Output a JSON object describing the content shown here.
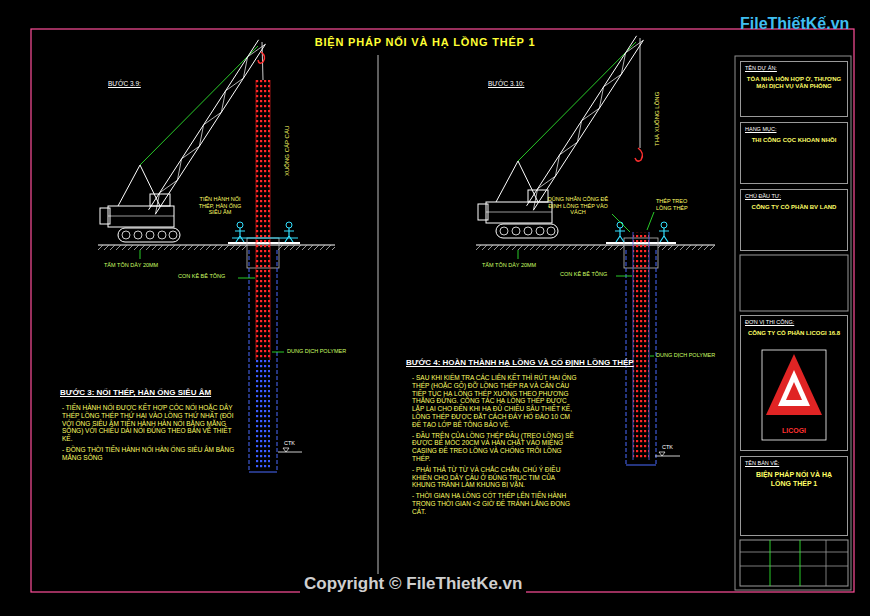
{
  "diagram": {
    "title": "BIỆN PHÁP NỐI VÀ HẠ LỒNG THÉP 1",
    "nodes": [
      {
        "text": [
          "TÊN DỰ ÁN:",
          "TÒA NHÀ HỖN HỢP Ở, THƯƠNG MẠI DỊCH VỤ VĂN PHÒNG"
        ]
      },
      {
        "text": [
          "HẠNG MỤC:",
          "THI CÔNG CỌC KHOAN NHỒI"
        ]
      },
      {
        "text": [
          "CHỦ ĐẦU TƯ:",
          "CÔNG TY CỔ PHẦN BV LAND"
        ]
      },
      {
        "text": [
          "ĐƠN VỊ THI CÔNG:",
          "CÔNG TY CỔ PHẦN LICOGI 16.8",
          "LICOGI"
        ]
      },
      {
        "text": [
          "TÊN BẢN VẼ:",
          "BIỆN PHÁP NỐI VÀ HẠ LỒNG THÉP 1"
        ]
      }
    ],
    "labels": [
      "FileThiếtKế.vn",
      "BƯỚC 3.9:",
      "XUỐNG CÁP CẨU",
      "TIẾN HÀNH NỐI THÉP, HÀN ỐNG SIÊU ÂM",
      "TẤM TÔN DÀY 20MM",
      "CON KÊ BÊ TÔNG",
      "DUNG DỊCH POLYMER",
      "CTK",
      "BƯỚC 3: NỐI THÉP, HÀN ỐNG SIÊU ÂM",
      "- TIẾN HÀNH NỐI ĐƯỢC KẾT HỢP CÓC NỐI HOẶC DÂY THÉP LỒNG THÉP THỨ HAI VÀO LỒNG THỨ NHẤT (ĐỐI VỚI ỐNG SIÊU ÂM TIẾN HÀNH HÀN NỐI BẰNG MĂNG SÔNG) VỚI CHIỀU DÀI NỐI ĐÚNG THEO BẢN VẼ THIẾT KẾ.",
      "- ĐỒNG THỜI TIẾN HÀNH NỐI HÀN ỐNG SIÊU ÂM BẰNG MĂNG SÔNG",
      "BƯỚC 3.10:",
      "THẢ XUỐNG LỒNG",
      "DÙNG NHÂN CÔNG ĐỂ ĐỊNH LỒNG THÉP VÀO VÁCH",
      "THÉP TREO LỒNG THÉP",
      "TẤM TÔN DÀY 20MM",
      "CON KÊ BÊ TÔNG",
      "DUNG DỊCH POLYMER",
      "CTK",
      "BƯỚC 4: HOÀN THÀNH HẠ LỒNG VÀ CỐ ĐỊNH LỒNG THÉP",
      "- SAU KHI KIỂM TRA CÁC LIÊN KẾT THÌ RÚT HAI ỐNG THÉP (HOẶC GỖ) ĐỠ LỒNG THÉP RA VÀ CẦN CẨU TIẾP TỤC HẠ LỒNG THÉP XUỐNG THEO PHƯƠNG THẲNG ĐỨNG. CÔNG TÁC HẠ LỒNG THÉP ĐƯỢC LẶP LẠI CHO ĐẾN KHI HẠ ĐỦ CHIỀU SÂU THIẾT KẾ, LỒNG THÉP ĐƯỢC ĐẶT CÁCH ĐÁY HỐ ĐÀO 10 CM ĐỂ TẠO LỚP BÊ TÔNG BẢO VỆ.",
      "- ĐẦU TRÊN CỦA LỒNG THÉP ĐẦU (TREO LỒNG) SẼ ĐƯỢC BẺ MÓC 20CM VÀ HÀN CHẶT VÀO MIỆNG CASING ĐỂ TREO LỒNG VÀ CHỐNG TRÔI LỒNG THÉP.",
      "- PHẢI THẢ TỪ TỪ VÀ CHẮC CHẮN, CHÚ Ý ĐIỀU KHIỂN CHO DÂY CẨU Ở ĐÚNG TRỤC TIM CỦA KHUNG TRÁNH LÀM KHUNG BỊ VẶN.",
      "- THỜI GIAN HẠ LỒNG CỐT THÉP LÊN TIẾN HÀNH TRONG THỜI GIAN <2 GIỜ ĐỂ TRÁNH LẮNG ĐỌNG CÁT.",
      "Copyright © FileThietKe.vn"
    ]
  }
}
